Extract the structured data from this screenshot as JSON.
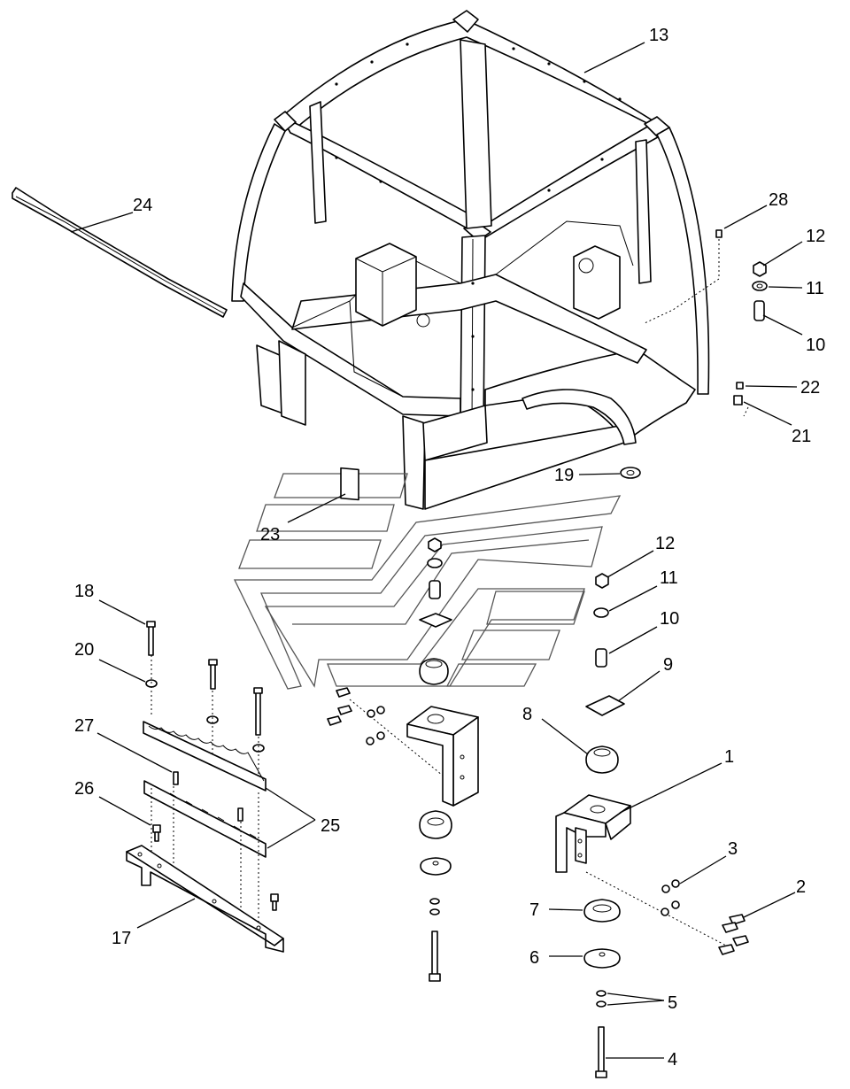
{
  "callouts": {
    "c1": "1",
    "c2": "2",
    "c3": "3",
    "c4": "4",
    "c5": "5",
    "c6": "6",
    "c7": "7",
    "c8": "8",
    "c9": "9",
    "c10a": "10",
    "c10b": "10",
    "c11a": "11",
    "c11b": "11",
    "c12a": "12",
    "c12b": "12",
    "c13": "13",
    "c17": "17",
    "c18": "18",
    "c19": "19",
    "c20": "20",
    "c21": "21",
    "c22": "22",
    "c23": "23",
    "c24": "24",
    "c25": "25",
    "c26": "26",
    "c27": "27",
    "c28": "28"
  }
}
